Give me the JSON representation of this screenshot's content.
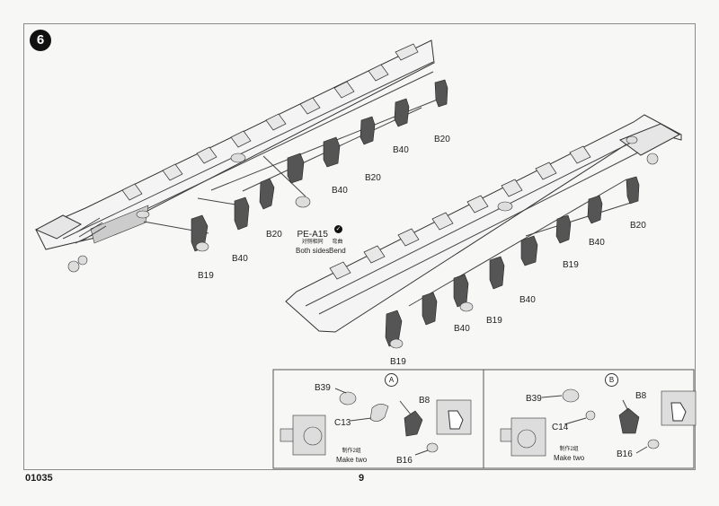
{
  "document": {
    "step_number": "6",
    "page_code": "01035",
    "page_number": "9"
  },
  "labels": {
    "b20_1": "B20",
    "b40_1": "B40",
    "b20_2": "B20",
    "b40_2": "B40",
    "b20_3": "B20",
    "b40_3": "B40",
    "b19_1": "B19",
    "pe_a15": "PE-A15",
    "both_sides_cn": "对侧相同",
    "both_sides": "Both sides",
    "bend_cn": "弯曲",
    "bend": "Bend",
    "b40_4": "B40",
    "b20_4": "B20",
    "b19_2": "B19",
    "b40_5": "B40",
    "b19_3": "B19",
    "b40_6": "B40",
    "b19_4": "B19"
  },
  "inset_a": {
    "callout": "A",
    "b39": "B39",
    "b8": "B8",
    "c13": "C13",
    "make_two_cn": "制作2组",
    "make_two": "Make two",
    "b16": "B16"
  },
  "inset_b": {
    "callout": "B",
    "b39": "B39",
    "b8": "B8",
    "c14": "C14",
    "make_two_cn": "制作2组",
    "make_two": "Make two",
    "b16": "B16"
  },
  "icons": {
    "step_badge": "filled-black-circle",
    "bend": "check-in-black-circle"
  }
}
